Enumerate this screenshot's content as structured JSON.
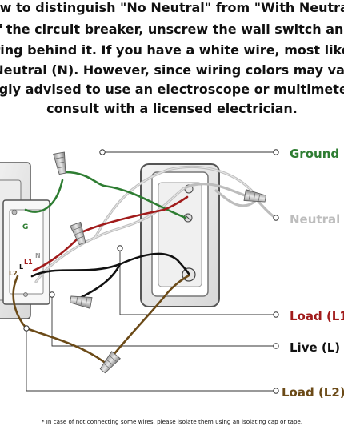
{
  "intro": {
    "lines": [
      "ow to distinguish \"No Neutral\" from \"With Neutral",
      "ff the circuit breaker, unscrew the wall switch and",
      "iring behind it. If you have a white wire, most likel",
      " Neutral (N). However, since wiring colors may var",
      "ngly advised  to use an electroscope or multimeter",
      "consult with a licensed electrician."
    ]
  },
  "diagram": {
    "switch_terminals": {
      "g": "G",
      "l1": "L1",
      "l": "L",
      "n": "N",
      "l2": "L2"
    },
    "labels": {
      "ground": "Ground (",
      "neutral": "Neutral (",
      "load_l1": "Load (L1",
      "live": "Live (L)",
      "load_l2": "Load (L2)"
    },
    "colors": {
      "ground": "#2e7d32",
      "neutral": "#c9c9c9",
      "load_l1": "#a11b1b",
      "live": "#111111",
      "load_l2": "#6b4a17"
    }
  },
  "footnote": "* In case of not connecting some wires, please isolate them using an isolating cap or tape."
}
